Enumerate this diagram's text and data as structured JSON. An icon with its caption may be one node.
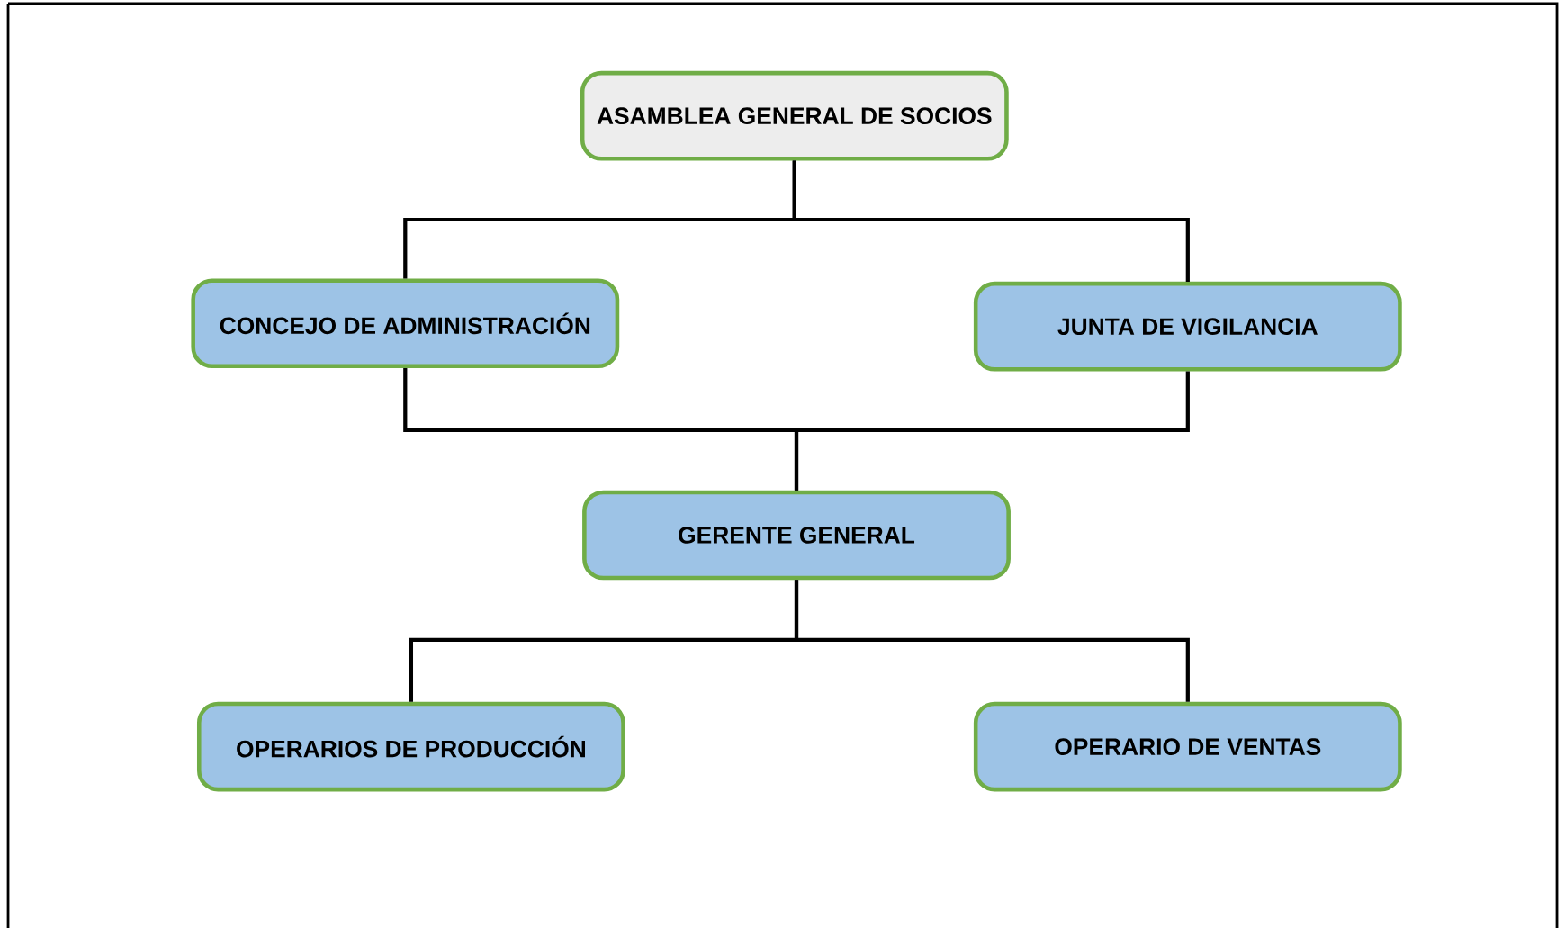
{
  "diagram": {
    "nodes": [
      {
        "text": [
          "ASAMBLEA GENERAL DE SOCIOS"
        ]
      },
      {
        "text": [
          "CONCEJO DE ADMINISTRACIÓN"
        ]
      },
      {
        "text": [
          "JUNTA DE VIGILANCIA"
        ]
      },
      {
        "text": [
          "GERENTE GENERAL"
        ]
      },
      {
        "text": [
          "OPERARIOS DE PRODUCCIÓN"
        ]
      },
      {
        "text": [
          "OPERARIO DE VENTAS"
        ]
      }
    ],
    "edges": [
      {
        "from": 0,
        "to": 1,
        "arrow": "none"
      },
      {
        "from": 0,
        "to": 2,
        "arrow": "none"
      },
      {
        "from": 1,
        "to": 3,
        "arrow": "none"
      },
      {
        "from": 2,
        "to": 3,
        "arrow": "none"
      },
      {
        "from": 3,
        "to": 4,
        "arrow": "none"
      },
      {
        "from": 3,
        "to": 5,
        "arrow": "none"
      }
    ]
  }
}
